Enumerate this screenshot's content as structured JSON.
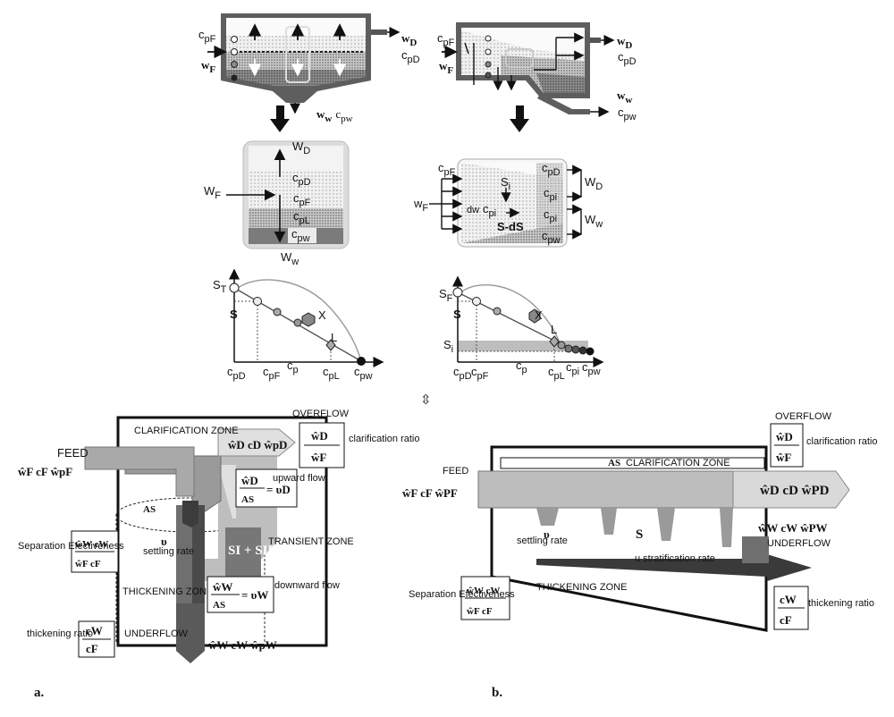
{
  "top_left": {
    "tank": {
      "c_pf": "c",
      "c_pf_sub": "pF",
      "w_f": "w",
      "w_f_sub": "F",
      "w_d": "w",
      "w_d_sub": "D",
      "c_pd": "c",
      "c_pd_sub": "pD",
      "w_w": "w",
      "w_w_sub": "w",
      "c_pw": "c",
      "c_pw_sub": "pw"
    },
    "detail": {
      "w_d": "W",
      "w_d_sub": "D",
      "c_pd": "c",
      "c_pd_sub": "pD",
      "w_f": "W",
      "w_f_sub": "F",
      "c_pf": "c",
      "c_pf_sub": "pF",
      "c_pl": "c",
      "c_pl_sub": "pL",
      "c_pw": "c",
      "c_pw_sub": "pw",
      "w_w": "W",
      "w_w_sub": "w"
    },
    "chart": {
      "s_t": "S",
      "s_t_sub": "T",
      "s": "S",
      "x": "X",
      "l": "L",
      "ticks": [
        [
          "c",
          "pD"
        ],
        [
          "c",
          "pF"
        ],
        [
          "c",
          "p"
        ],
        [
          "c",
          "pL"
        ],
        [
          "c",
          "pw"
        ]
      ]
    }
  },
  "top_right": {
    "tank": {
      "w_d": "w",
      "w_d_sub": "D",
      "c_pd": "c",
      "c_pd_sub": "pD",
      "w_f": "w",
      "w_f_sub": "F",
      "w_w": "w",
      "w_w_sub": "w",
      "c_pw": "c",
      "c_pw_sub": "pw"
    },
    "detail": {
      "c_pf": "c",
      "c_pf_sub": "pF",
      "c_pd": "c",
      "c_pd_sub": "pD",
      "s_i": "S",
      "s_i_sub": "i",
      "c_pi1": "c",
      "c_pi1_sub": "pi",
      "w_d": "W",
      "w_d_sub": "D",
      "w_f": "w",
      "w_f_sub": "F",
      "dw": "dw",
      "c_pi2": "c",
      "c_pi2_sub": "pi",
      "c_pi3": "c",
      "c_pi3_sub": "pi",
      "s_ds": "S-dS",
      "w_w": "W",
      "w_w_sub": "w",
      "c_pw": "c",
      "c_pw_sub": "pw"
    },
    "chart": {
      "s_f": "S",
      "s_f_sub": "F",
      "s": "S",
      "s_i": "S",
      "s_i_sub": "i",
      "x": "X",
      "l": "L",
      "ticks": [
        [
          "c",
          "pD"
        ],
        [
          "c",
          "pF"
        ],
        [
          "c",
          "p"
        ],
        [
          "c",
          "pL"
        ],
        [
          "c",
          "pi"
        ],
        [
          "c",
          "pw"
        ]
      ]
    }
  },
  "center_symbol": "⇳",
  "panel_a": {
    "caption": "a.",
    "clarification_zone": "CLARIFICATION ZONE",
    "feed": "FEED",
    "feed_formula": "ŵF cF ŵpF",
    "overflow": "OVERFLOW",
    "overflow_formula": "ŵD cD ŵpD",
    "ratio_num": "ŵD",
    "ratio_den": "ŵF",
    "clarification_ratio": "clarification ratio",
    "upward_num": "ŵD",
    "upward_den": "AS",
    "upward_rhs": "= υD",
    "upward_flow": "upward flow",
    "a_s": "AS",
    "separation_effectiveness": "Separation Efectiveness",
    "sep_num": "ŵW cW",
    "sep_den": "ŵF cF",
    "settling_v": "υ",
    "settling_rate": "settling rate",
    "s_label": "SI + SII",
    "transient_zone": "TRANSIENT ZONE",
    "thickening_zone": "THICKENING ZONE",
    "down_num": "ŵW",
    "down_den": "AS",
    "down_rhs": "= υW",
    "downward_flow": "downward flow",
    "thickening_ratio": "thickening ratio",
    "thick_num": "cW",
    "thick_den": "cF",
    "underflow": "UNDERFLOW",
    "underflow_formula": "ŵW cW ŵpW"
  },
  "panel_b": {
    "caption": "b.",
    "overflow": "OVERFLOW",
    "ratio_num": "ŵD",
    "ratio_den": "ŵF",
    "clarification_ratio": "clarification ratio",
    "a_s": "AS",
    "clarification_zone": "CLARIFICATION ZONE",
    "feed": "FEED",
    "feed_formula": "ŵF cF ŵPF",
    "overflow_formula": "ŵD cD ŵPD",
    "underflow_formula": "ŵW cW ŵPW",
    "underflow": "UNDERFLOW",
    "settling_v": "υ",
    "settling_rate": "settling rate",
    "s": "S",
    "stratification": "u stratification rate",
    "thickening_zone": "THICKENING ZONE",
    "separation_effectiveness": "Separation Efectiveness",
    "sep_num": "ŵW cW",
    "sep_den": "ŵF cF",
    "thick_num": "cW",
    "thick_den": "cF",
    "thickening_ratio": "thickening ratio"
  }
}
